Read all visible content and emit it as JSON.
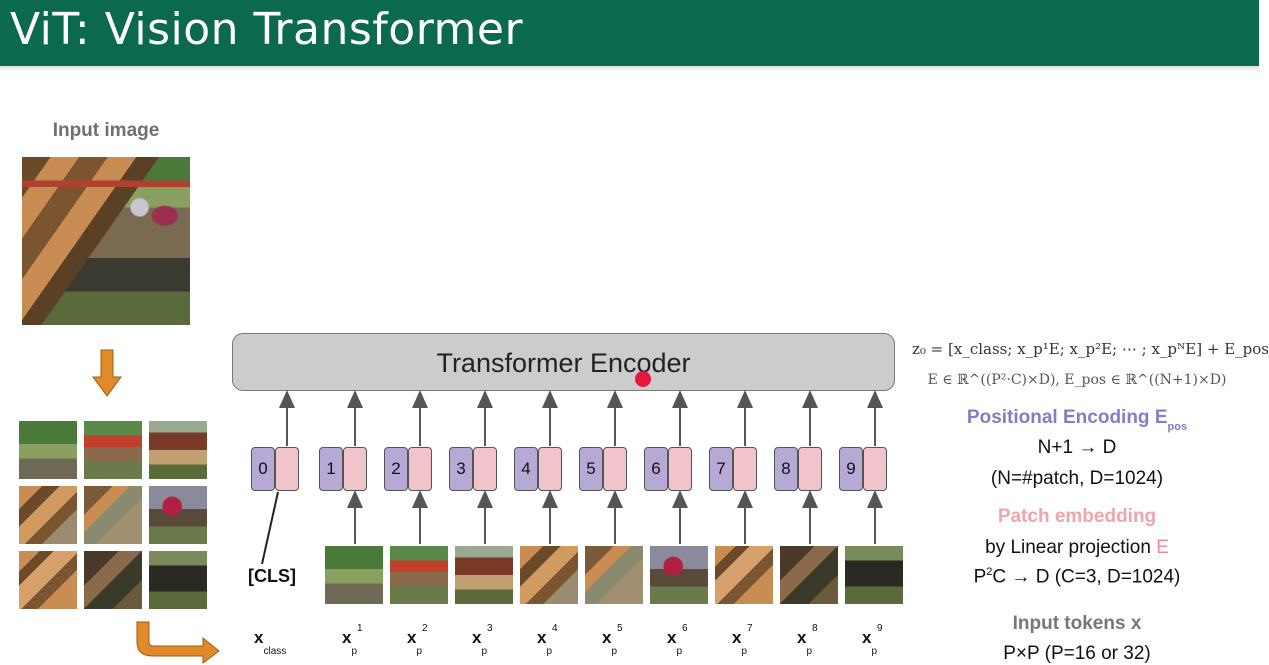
{
  "header": {
    "title": "ViT: Vision Transformer"
  },
  "input_image_label": "Input image",
  "encoder": {
    "label": "Transformer Encoder"
  },
  "tokens": [
    "0",
    "1",
    "2",
    "3",
    "4",
    "5",
    "6",
    "7",
    "8",
    "9"
  ],
  "cls_label": "[CLS]",
  "x_labels": {
    "class_base": "x",
    "class_sub": "class",
    "patch_base": "x",
    "patch_sub": "p",
    "patch_sups": [
      "1",
      "2",
      "3",
      "4",
      "5",
      "6",
      "7",
      "8",
      "9"
    ]
  },
  "right_panel": {
    "eq_z0": "z₀ = [x_class; x_p¹E; x_p²E; ⋯ ; x_pᴺE] + E_pos",
    "eq_dims": "E ∈ ℝ^((P²·C)×D), E_pos ∈ ℝ^((N+1)×D)",
    "pos_enc_title": "Positional Encoding E",
    "pos_enc_sub": "pos",
    "pos_line1": "N+1 → D",
    "pos_line2": "(N=#patch, D=1024)",
    "patch_emb_title": "Patch embedding",
    "patch_emb_line1_prefix": "by Linear projection ",
    "patch_emb_line1_e": "E",
    "patch_emb_line2_p": "P",
    "patch_emb_line2_sup": "2",
    "patch_emb_line2_rest": "C → D (C=3, D=1024)",
    "input_tokens_title": "Input tokens x",
    "input_tokens_line": "P×P (P=16 or 32)"
  },
  "colors": {
    "header": "#0b6a4e",
    "position": "#b6a9d6",
    "patch": "#f1c4cc",
    "arrow": "#e08a2c",
    "pointer": "#e8163b"
  }
}
